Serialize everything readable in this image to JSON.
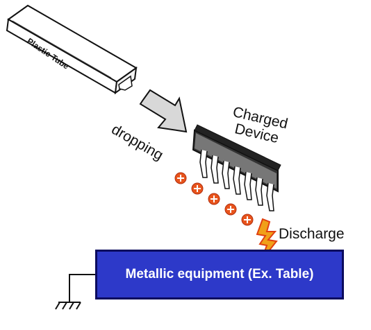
{
  "tube": {
    "label": "Plastic Tube"
  },
  "arrow": {
    "label": "dropping"
  },
  "device": {
    "label_line1": "Charged",
    "label_line2": "Device"
  },
  "charges": {
    "count": 5,
    "symbol": "plus-circle-icon",
    "color": "#e8541c"
  },
  "discharge": {
    "label": "Discharge",
    "bolt_color": "#f0a018"
  },
  "table": {
    "label": "Metallic equipment (Ex. Table)",
    "fill": "#2d39c9"
  },
  "ground": {
    "symbol": "ground-icon"
  }
}
